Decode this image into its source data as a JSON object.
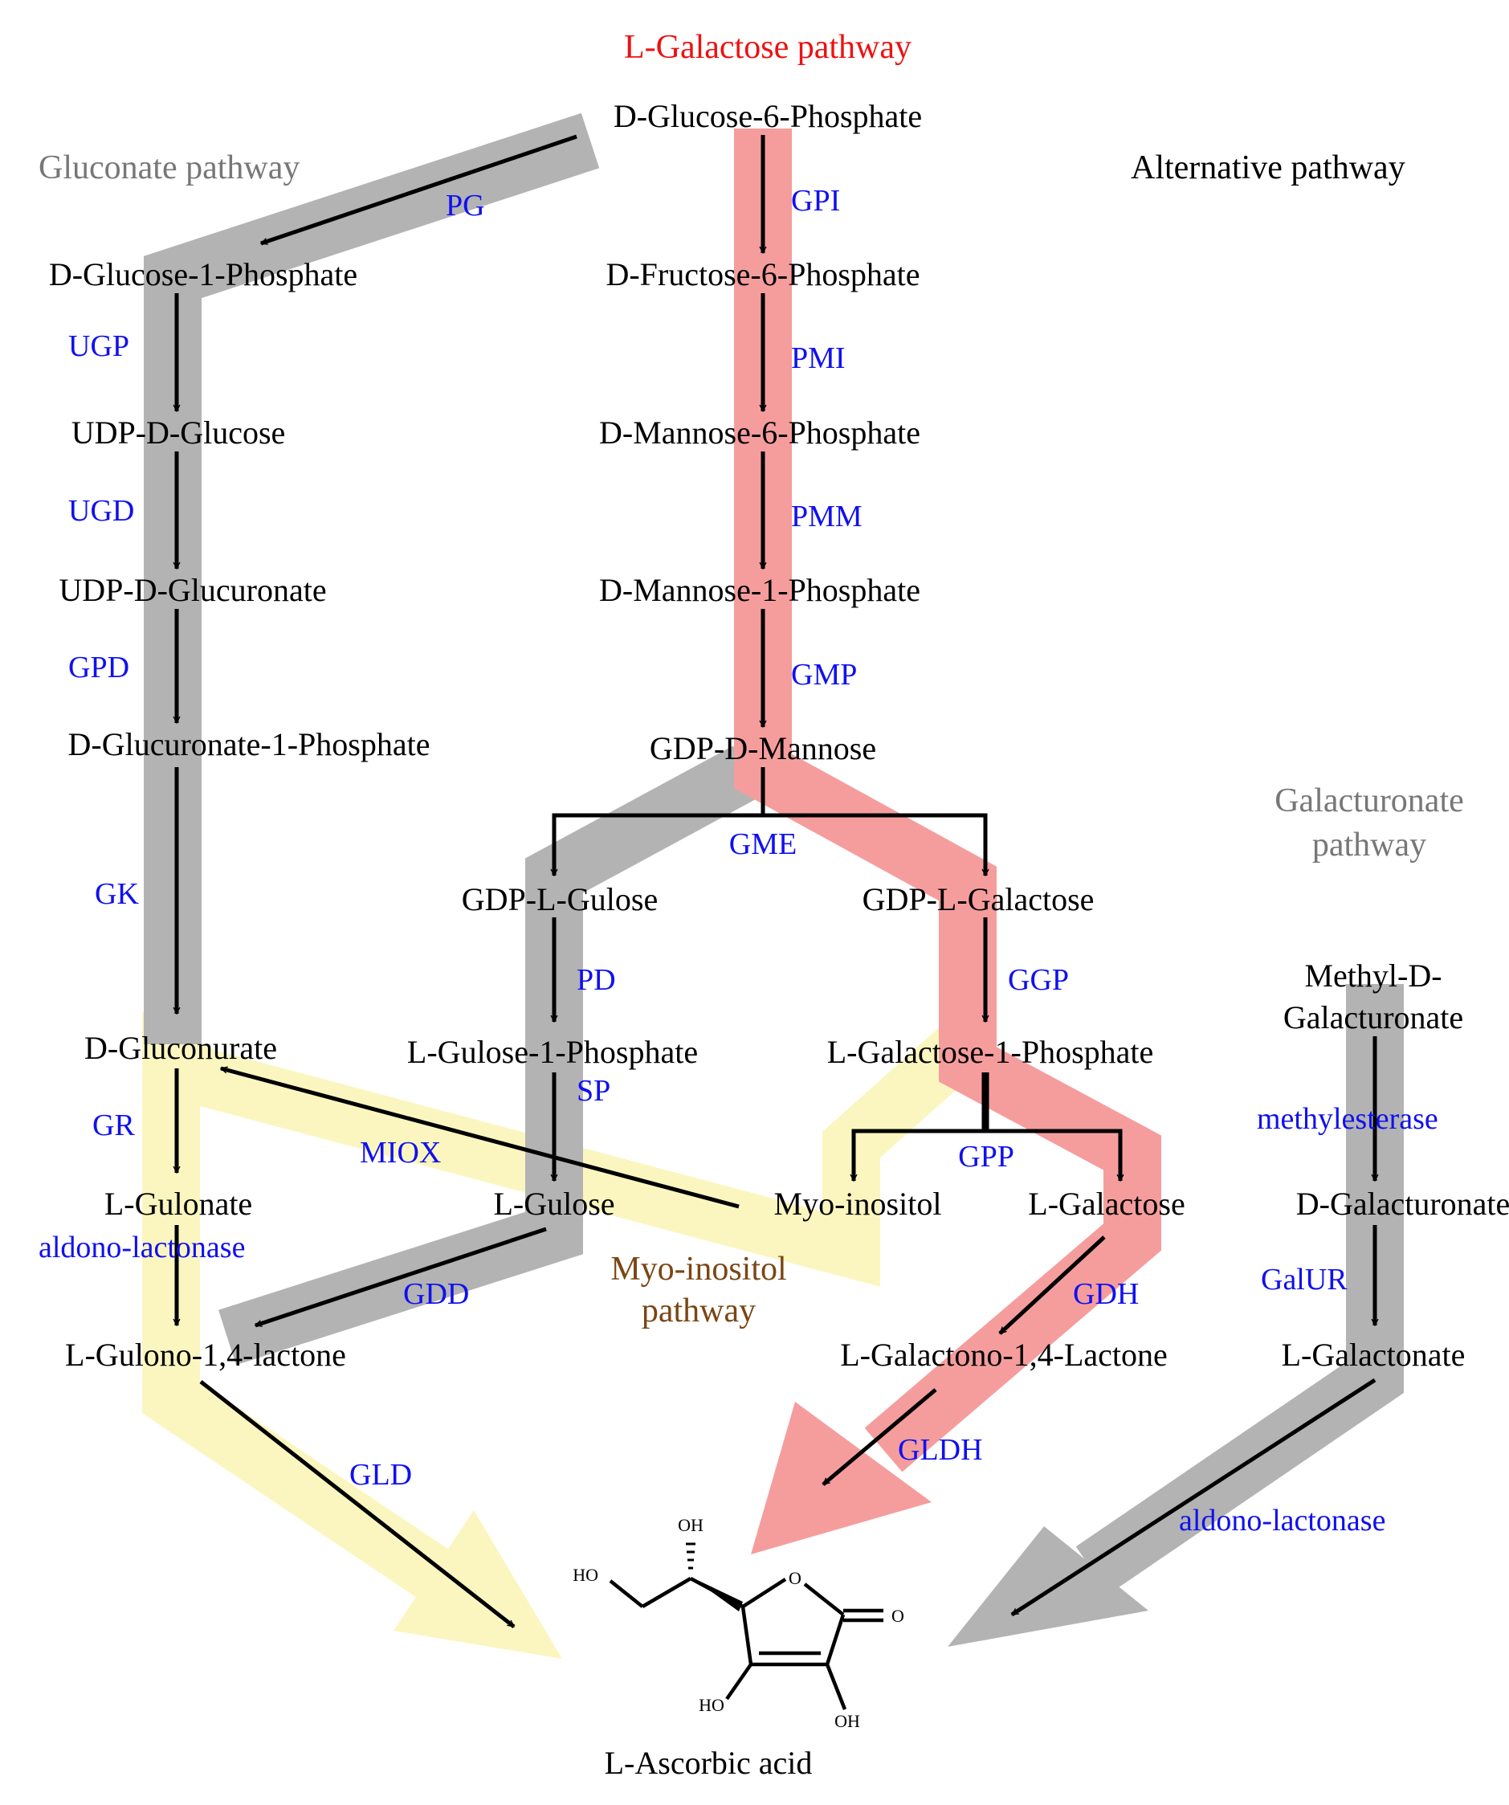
{
  "colors": {
    "galactose_band": "#f59d9d",
    "gluconate_band": "#b3b3b3",
    "myo_band": "#fbf6bf",
    "galacturonate_band": "#b3b3b3",
    "enzyme_text": "#1010f0",
    "galactose_title": "#ee1111",
    "gray_title": "#777777",
    "myo_title": "#7a4614",
    "arrow": "#000000"
  },
  "titles": {
    "galactose": "L-Galactose pathway",
    "gluconate": "Gluconate pathway",
    "alternative": "Alternative pathway",
    "galacturonate_1": "Galacturonate",
    "galacturonate_2": "pathway",
    "myo_1": "Myo-inositol",
    "myo_2": "pathway"
  },
  "metabolites": {
    "g6p": "D-Glucose-6-Phosphate",
    "f6p": "D-Fructose-6-Phosphate",
    "m6p": "D-Mannose-6-Phosphate",
    "m1p": "D-Mannose-1-Phosphate",
    "gdp_man": "GDP-D-Mannose",
    "gdp_gul": "GDP-L-Gulose",
    "gdp_gal": "GDP-L-Galactose",
    "gul1p": "L-Gulose-1-Phosphate",
    "gal1p": "L-Galactose-1-Phosphate",
    "gulose": "L-Gulose",
    "galactose": "L-Galactose",
    "myo": "Myo-inositol",
    "galactono": "L-Galactono-1,4-Lactone",
    "g1p": "D-Glucose-1-Phosphate",
    "udp_glc": "UDP-D-Glucose",
    "udp_glcu": "UDP-D-Glucuronate",
    "glcu1p": "D-Glucuronate-1-Phosphate",
    "gluconurate": "D-Gluconurate",
    "gulonate": "L-Gulonate",
    "gulono": "L-Gulono-1,4-lactone",
    "methyl_1": "Methyl-D-",
    "methyl_2": "Galacturonate",
    "galacturonate": "D-Galacturonate",
    "galactonate": "L-Galactonate",
    "ascorbic": "L-Ascorbic acid"
  },
  "enzymes": {
    "gpi": "GPI",
    "pmi": "PMI",
    "pmm": "PMM",
    "gmp": "GMP",
    "gme": "GME",
    "ggp": "GGP",
    "gpp": "GPP",
    "gdh": "GDH",
    "gldh": "GLDH",
    "pd": "PD",
    "sp": "SP",
    "gdd": "GDD",
    "pg": "PG",
    "ugp": "UGP",
    "ugd": "UGD",
    "gpd": "GPD",
    "gk": "GK",
    "gr": "GR",
    "aldono_left": "aldono-lactonase",
    "gld": "GLD",
    "miox": "MIOX",
    "methylesterase": "methylesterase",
    "galur": "GalUR",
    "aldono_right": "aldono-lactonase"
  },
  "structure_labels": {
    "oh_top": "OH",
    "ho_left": "HO",
    "ring_o": "O",
    "carbonyl_o": "O",
    "ho_bottom": "HO",
    "oh_bottom": "OH"
  }
}
